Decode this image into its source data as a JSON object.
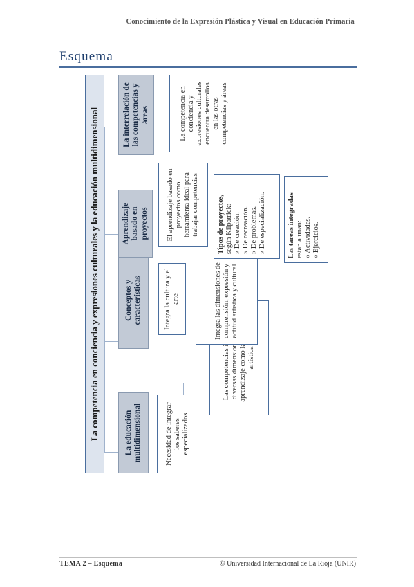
{
  "header": "Conocimiento de la Expresión Plástica y Visual en Educación Primaria",
  "title": "Esquema",
  "diagram": {
    "main": "La competencia en conciencia y expresiones culturales y la educación multidimensional",
    "branches": [
      {
        "head": "La educación multidimensional",
        "leaves": [
          "Necesidad de integrar los saberes especializados",
          "Las competencias introducen diversas dimensiones para el aprendizaje como la cultural y artística"
        ]
      },
      {
        "head": "Conceptos y características",
        "leaves": [
          "Integra la cultura y el arte",
          "Integra las dimensiones de comprensión, expresión y actitud artística y cultural"
        ]
      },
      {
        "head": "Aprendizaje basado en proyectos",
        "leaf1": "El aprendizaje basado en proyectos como herramienta ideal para trabajar competencias",
        "types_title": "Tipos de proyectos,",
        "types_sub": "según Kilpatrick:",
        "types": [
          "De creación.",
          "De recreación.",
          "De problemas.",
          "De especialización."
        ],
        "tasks_pre": "Las ",
        "tasks_bold": "tareas integradas",
        "tasks_post": " están a unan:",
        "tasks": [
          "Actividades.",
          "Ejercicios."
        ]
      },
      {
        "head": "La interrelación de las competencias y áreas",
        "leaves": [
          "La competencia en conciencia y expresiones culturales encuentra desarrollos en las otras competencias y áreas"
        ]
      }
    ]
  },
  "footer": {
    "left": "TEMA 2 – Esquema",
    "right": "© Universidad Internacional de La Rioja (UNIR)"
  }
}
